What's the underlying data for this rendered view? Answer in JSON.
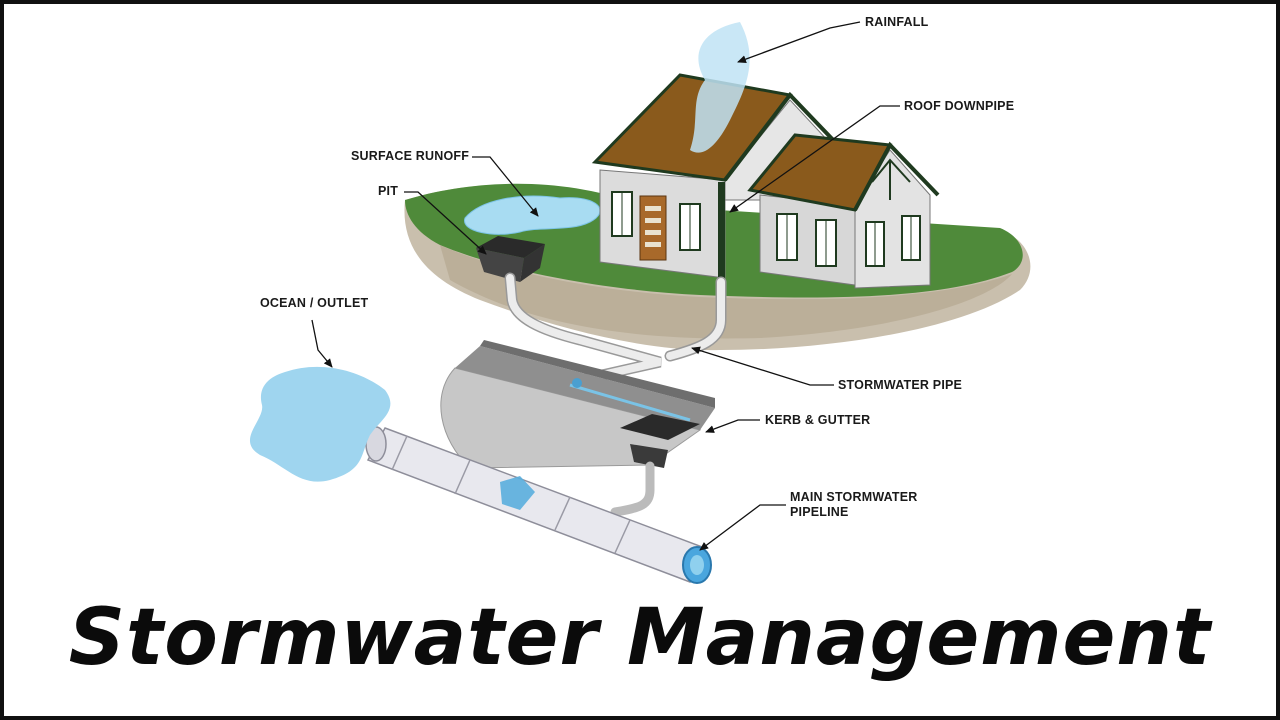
{
  "title": "Stormwater Management",
  "labels": {
    "rainfall": "RAINFALL",
    "roof_downpipe": "ROOF DOWNPIPE",
    "surface_runoff": "SURFACE RUNOFF",
    "pit": "PIT",
    "ocean_outlet": "OCEAN / OUTLET",
    "stormwater_pipe": "STORMWATER PIPE",
    "kerb_gutter": "KERB & GUTTER",
    "main_pipeline_line1": "MAIN STORMWATER",
    "main_pipeline_line2": "PIPELINE"
  },
  "colors": {
    "water": "#8fd0ee",
    "grass": "#4f8a3a",
    "soil": "#c7bca9",
    "roof": "#8a5a1c",
    "wall": "#e3e3e3",
    "trim": "#1f3a1f",
    "road": "#cfcfcf",
    "pipe": "#e6e6e6"
  }
}
